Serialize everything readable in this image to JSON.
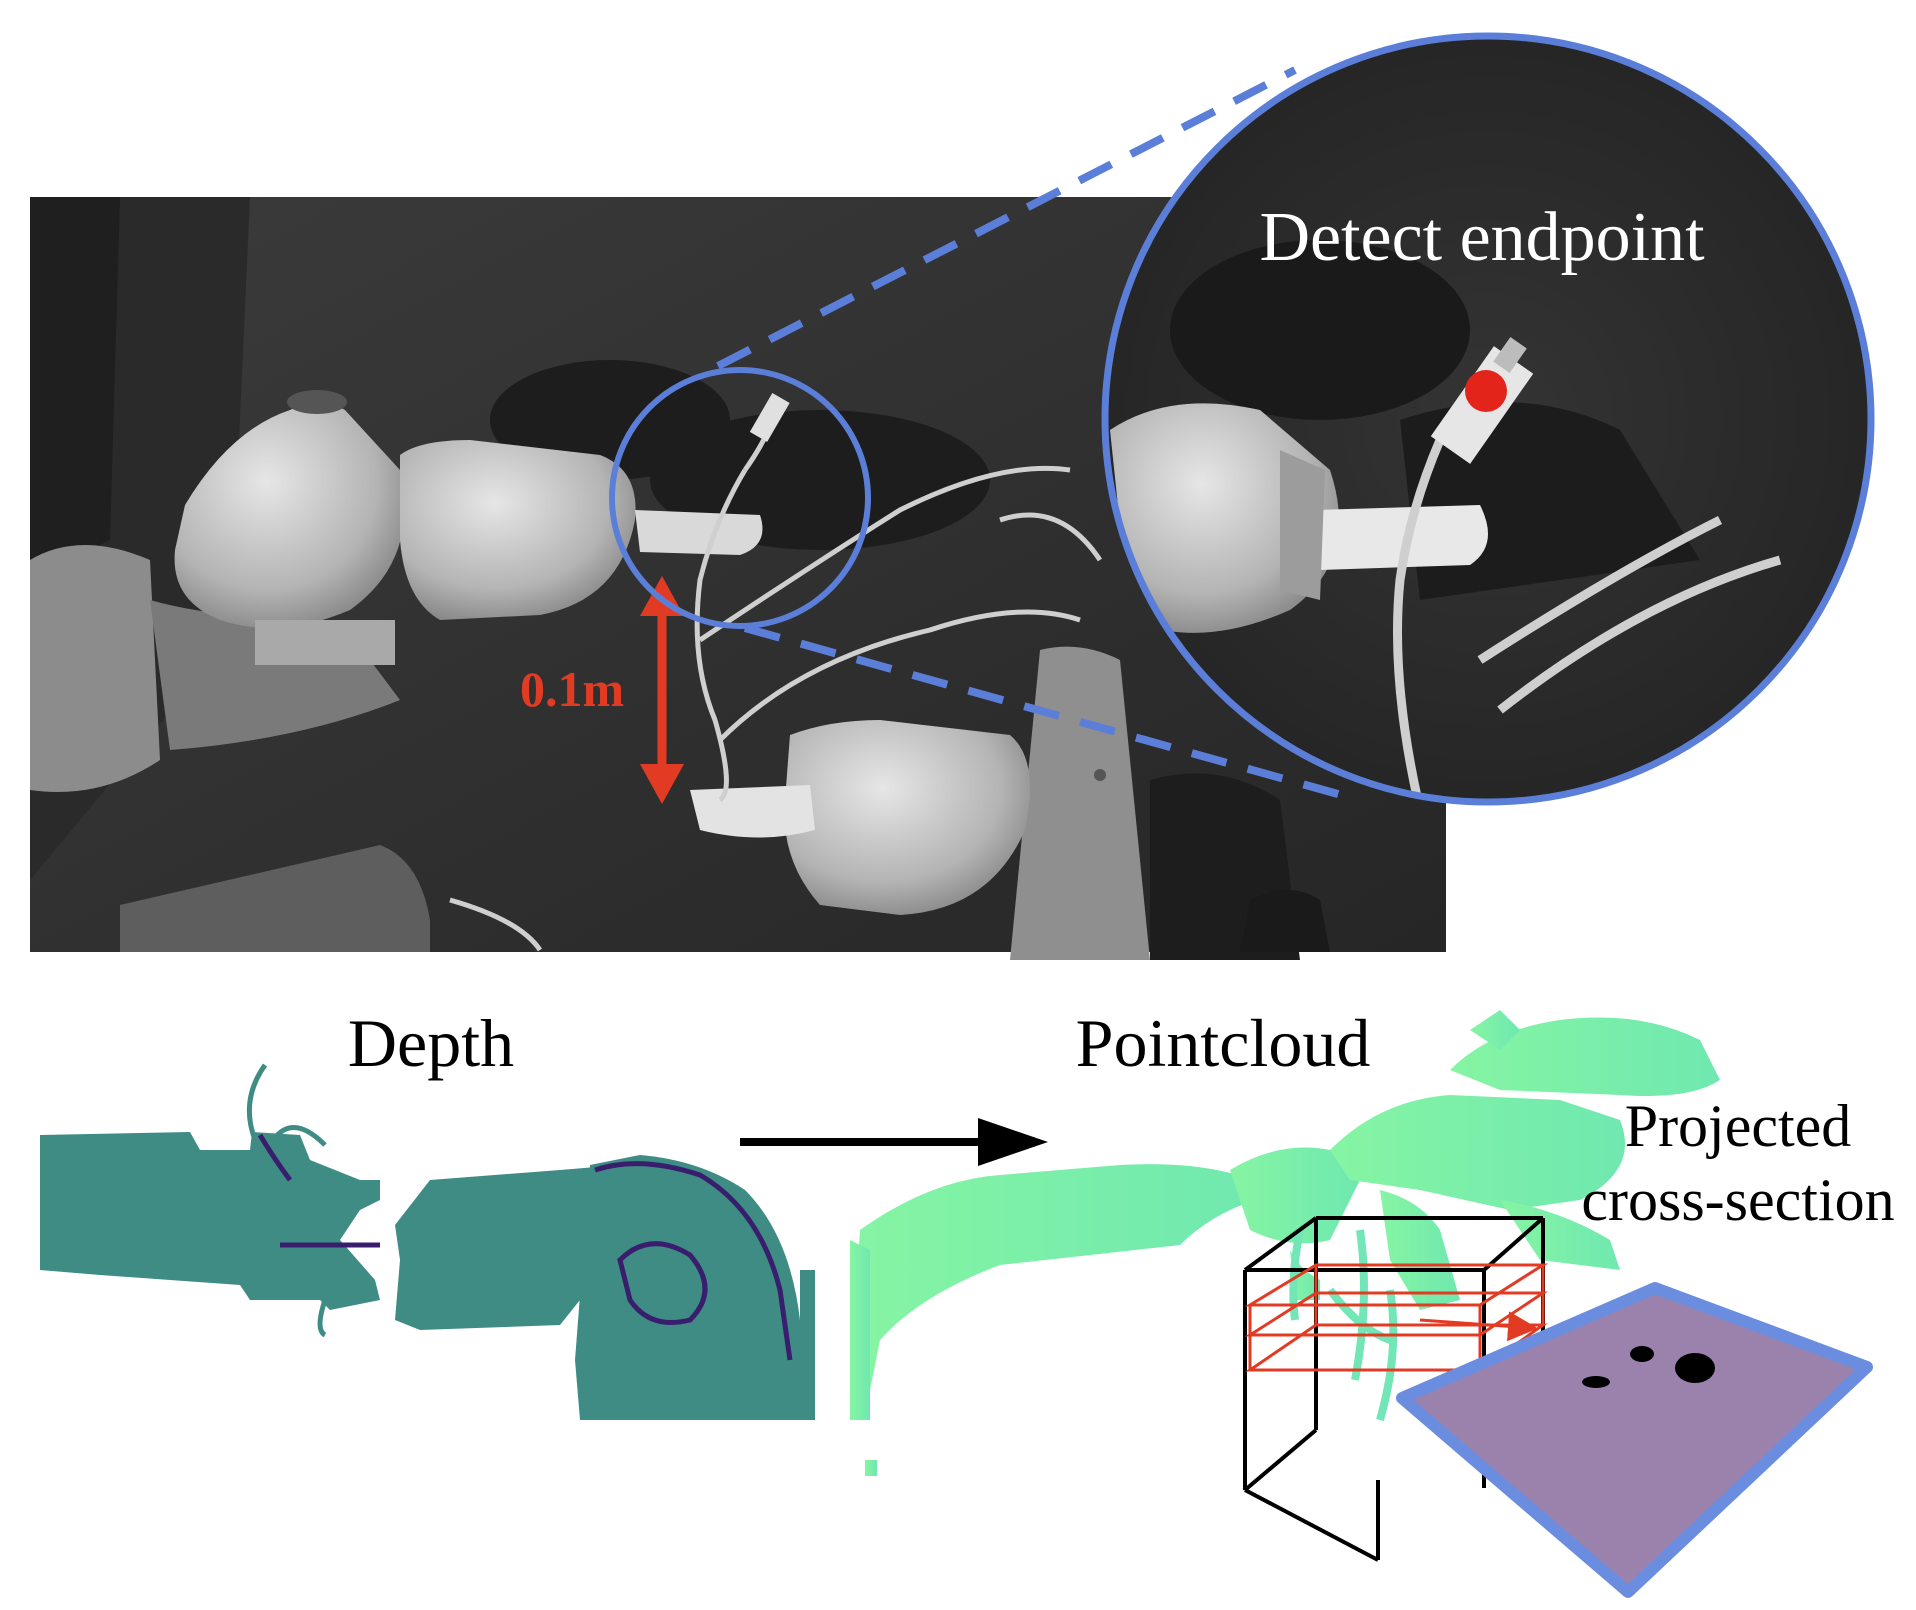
{
  "labels": {
    "zoom_caption": "Detect endpoint",
    "distance": "0.1m",
    "depth_title": "Depth",
    "pointcloud_title": "Pointcloud",
    "projection_line1": "Projected",
    "projection_line2": "cross-section"
  },
  "colors": {
    "ring_blue": "#5b7fd8",
    "arrow_red": "#e23b24",
    "endpoint_red": "#e3241b",
    "depth_teal": "#3f8c85",
    "depth_purple": "#3a1e6e",
    "cloud_green": "#7df2a0",
    "plane_purple": "#9a82ad",
    "plane_border": "#6b8de0"
  },
  "icons": {
    "flow_arrow": "right-arrow-icon",
    "distance_arrow": "double-headed-arrow-icon",
    "endpoint_marker": "red-dot-icon"
  }
}
